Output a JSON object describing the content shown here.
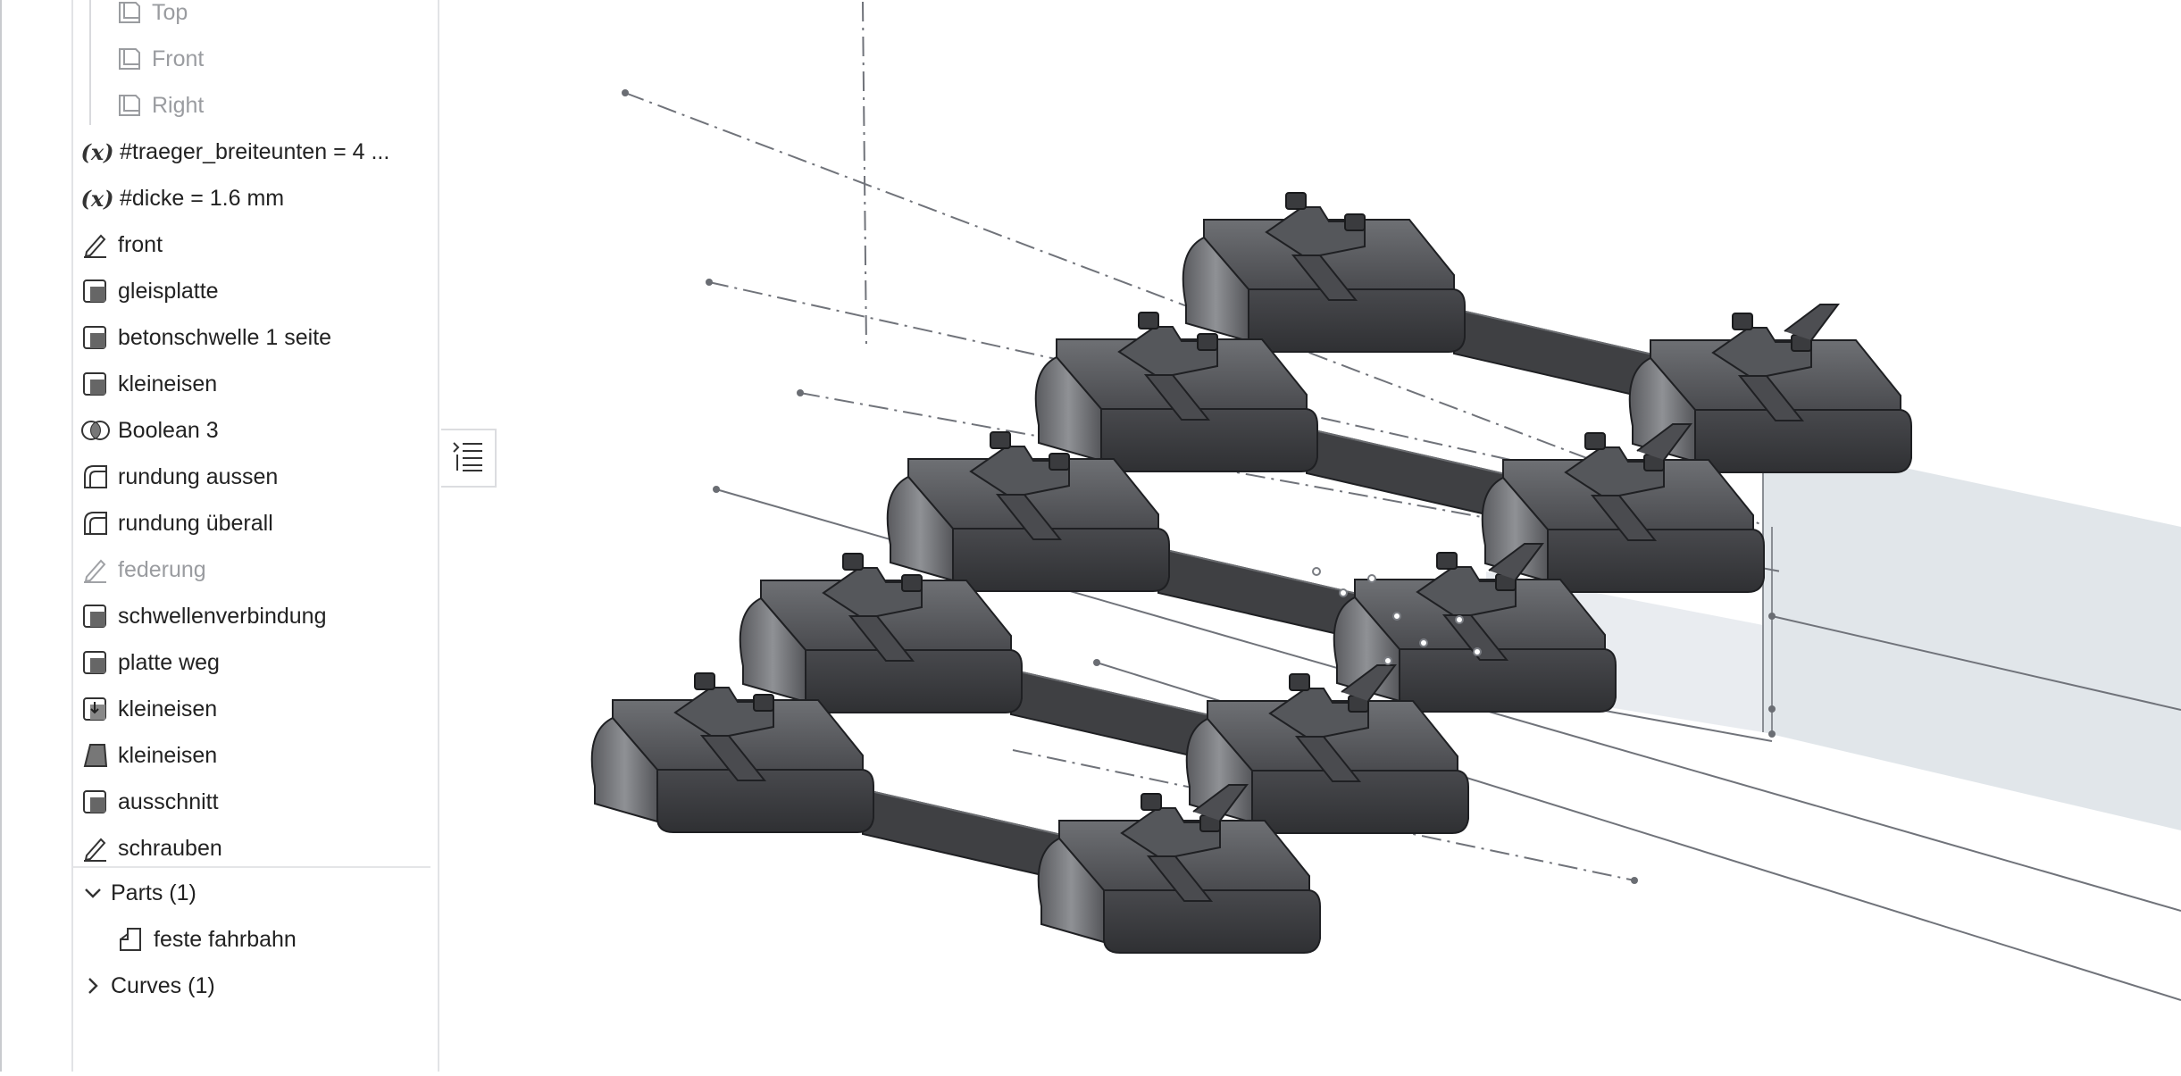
{
  "feature_list": {
    "planes": [
      {
        "label": "Top",
        "icon": "plane-icon"
      },
      {
        "label": "Front",
        "icon": "plane-icon"
      },
      {
        "label": "Right",
        "icon": "plane-icon"
      }
    ],
    "features": [
      {
        "label": "#traeger_breiteunten = 4 ...",
        "icon": "variable-icon"
      },
      {
        "label": "#dicke = 1.6 mm",
        "icon": "variable-icon"
      },
      {
        "label": "front",
        "icon": "sketch-icon"
      },
      {
        "label": "gleisplatte",
        "icon": "extrude-icon"
      },
      {
        "label": "betonschwelle 1 seite",
        "icon": "extrude-icon"
      },
      {
        "label": "kleineisen",
        "icon": "extrude-icon"
      },
      {
        "label": "Boolean 3",
        "icon": "boolean-icon"
      },
      {
        "label": "rundung aussen",
        "icon": "fillet-icon"
      },
      {
        "label": "rundung überall",
        "icon": "fillet-icon"
      },
      {
        "label": "federung",
        "icon": "sketch-icon",
        "suppressed": true
      },
      {
        "label": "schwellenverbindung",
        "icon": "extrude-icon"
      },
      {
        "label": "platte weg",
        "icon": "extrude-icon"
      },
      {
        "label": "kleineisen",
        "icon": "derived-icon"
      },
      {
        "label": "kleineisen",
        "icon": "loft-icon"
      },
      {
        "label": "ausschnitt",
        "icon": "extrude-icon"
      },
      {
        "label": "schrauben",
        "icon": "sketch-icon"
      }
    ],
    "variable_symbol": "(x)",
    "parts_section": {
      "label": "Parts (1)",
      "expanded": true
    },
    "parts": [
      {
        "label": "feste fahrbahn",
        "icon": "part-icon"
      }
    ],
    "curves_section": {
      "label": "Curves (1)",
      "expanded": false
    }
  },
  "colors": {
    "panel_border": "#e2e3e6",
    "text": "#222222",
    "muted_text": "#9a9ca0",
    "part_dark": "#3c3d40",
    "part_mid": "#5c5e62",
    "part_light": "#8a8c90",
    "plane_fill": "#d7dde3"
  }
}
